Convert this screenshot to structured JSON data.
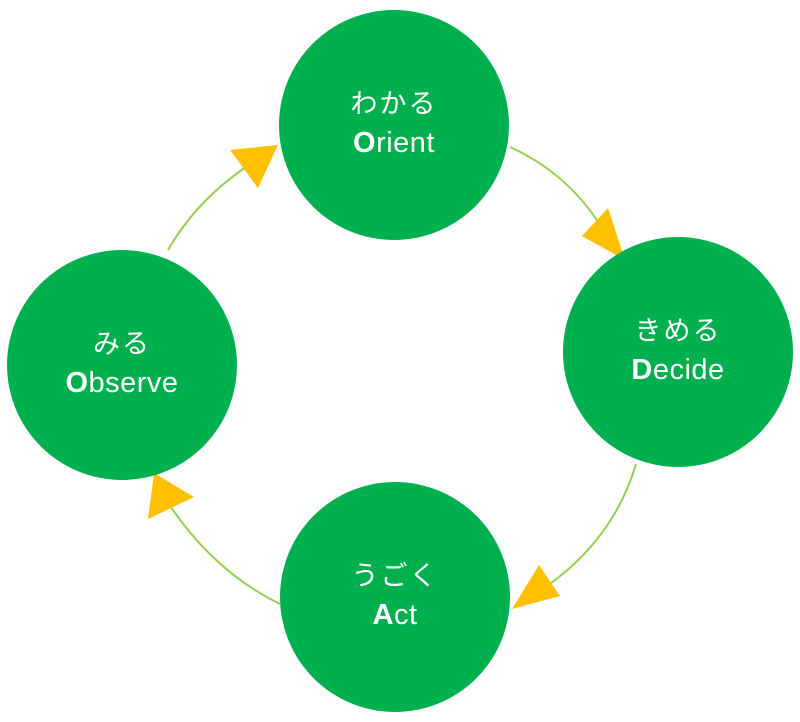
{
  "colors": {
    "node_fill": "#00B04F",
    "node_text": "#FFFFFF",
    "connector": "#92D050",
    "arrowhead": "#FFC000"
  },
  "nodes": [
    {
      "id": "orient",
      "label_jp": "わかる",
      "initial": "O",
      "rest": "rient"
    },
    {
      "id": "decide",
      "label_jp": "きめる",
      "initial": "D",
      "rest": "ecide"
    },
    {
      "id": "act",
      "label_jp": "うごく",
      "initial": "A",
      "rest": "ct"
    },
    {
      "id": "observe",
      "label_jp": "みる",
      "initial": "O",
      "rest": "bserve"
    }
  ],
  "edges": [
    {
      "from": "orient",
      "to": "decide"
    },
    {
      "from": "decide",
      "to": "act"
    },
    {
      "from": "act",
      "to": "observe"
    },
    {
      "from": "observe",
      "to": "orient"
    }
  ]
}
